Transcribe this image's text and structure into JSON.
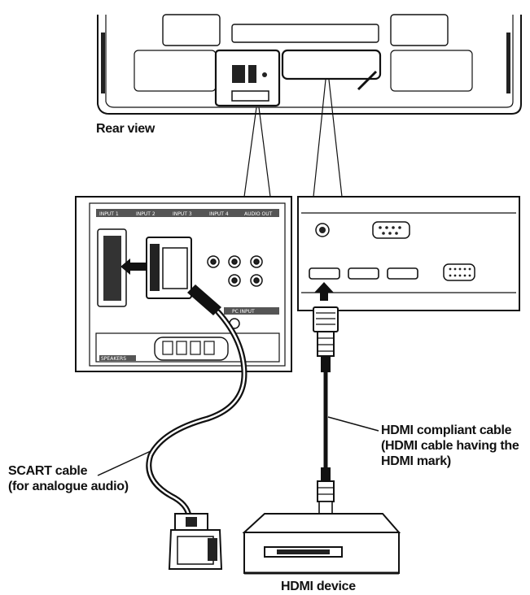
{
  "labels": {
    "rear_view": "Rear view",
    "scart_cable_line1": "SCART cable",
    "scart_cable_line2": "(for analogue audio)",
    "hdmi_cable_line1": "HDMI compliant cable",
    "hdmi_cable_line2": "(HDMI cable having the",
    "hdmi_cable_line3": "HDMI mark)",
    "hdmi_device": "HDMI device"
  },
  "panel_labels": {
    "input1": "INPUT 1",
    "input2": "INPUT 2",
    "input3": "INPUT 3",
    "input4": "INPUT 4",
    "audio_out": "AUDIO OUT",
    "pc_input": "PC INPUT",
    "speakers": "SPEAKERS"
  },
  "colors": {
    "line": "#111111",
    "panel_bg": "#ffffff",
    "label_strip": "#555555",
    "cable": "#111111"
  }
}
